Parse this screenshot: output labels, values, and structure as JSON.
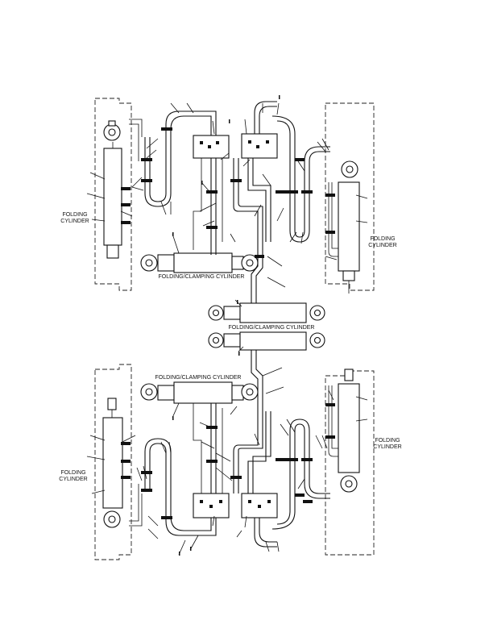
{
  "labels": {
    "folding_cylinder_top_left_1": "FOLDING",
    "folding_cylinder_top_left_2": "CYLINDER",
    "folding_cylinder_top_right_1": "FOLDING",
    "folding_cylinder_top_right_2": "CYLINDER",
    "folding_clamping_top": "FOLDING/CLAMPING CYLINDER",
    "folding_clamping_center": "FOLDING/CLAMPING CYLINDER",
    "folding_clamping_bottom": "FOLDING/CLAMPING CYLINDER",
    "folding_cylinder_bottom_left_1": "FOLDING",
    "folding_cylinder_bottom_left_2": "CYLINDER",
    "folding_cylinder_bottom_right_1": "FOLDING",
    "folding_cylinder_bottom_right_2": "CYLINDER"
  },
  "colors": {
    "line": "#111111",
    "background": "#ffffff"
  }
}
